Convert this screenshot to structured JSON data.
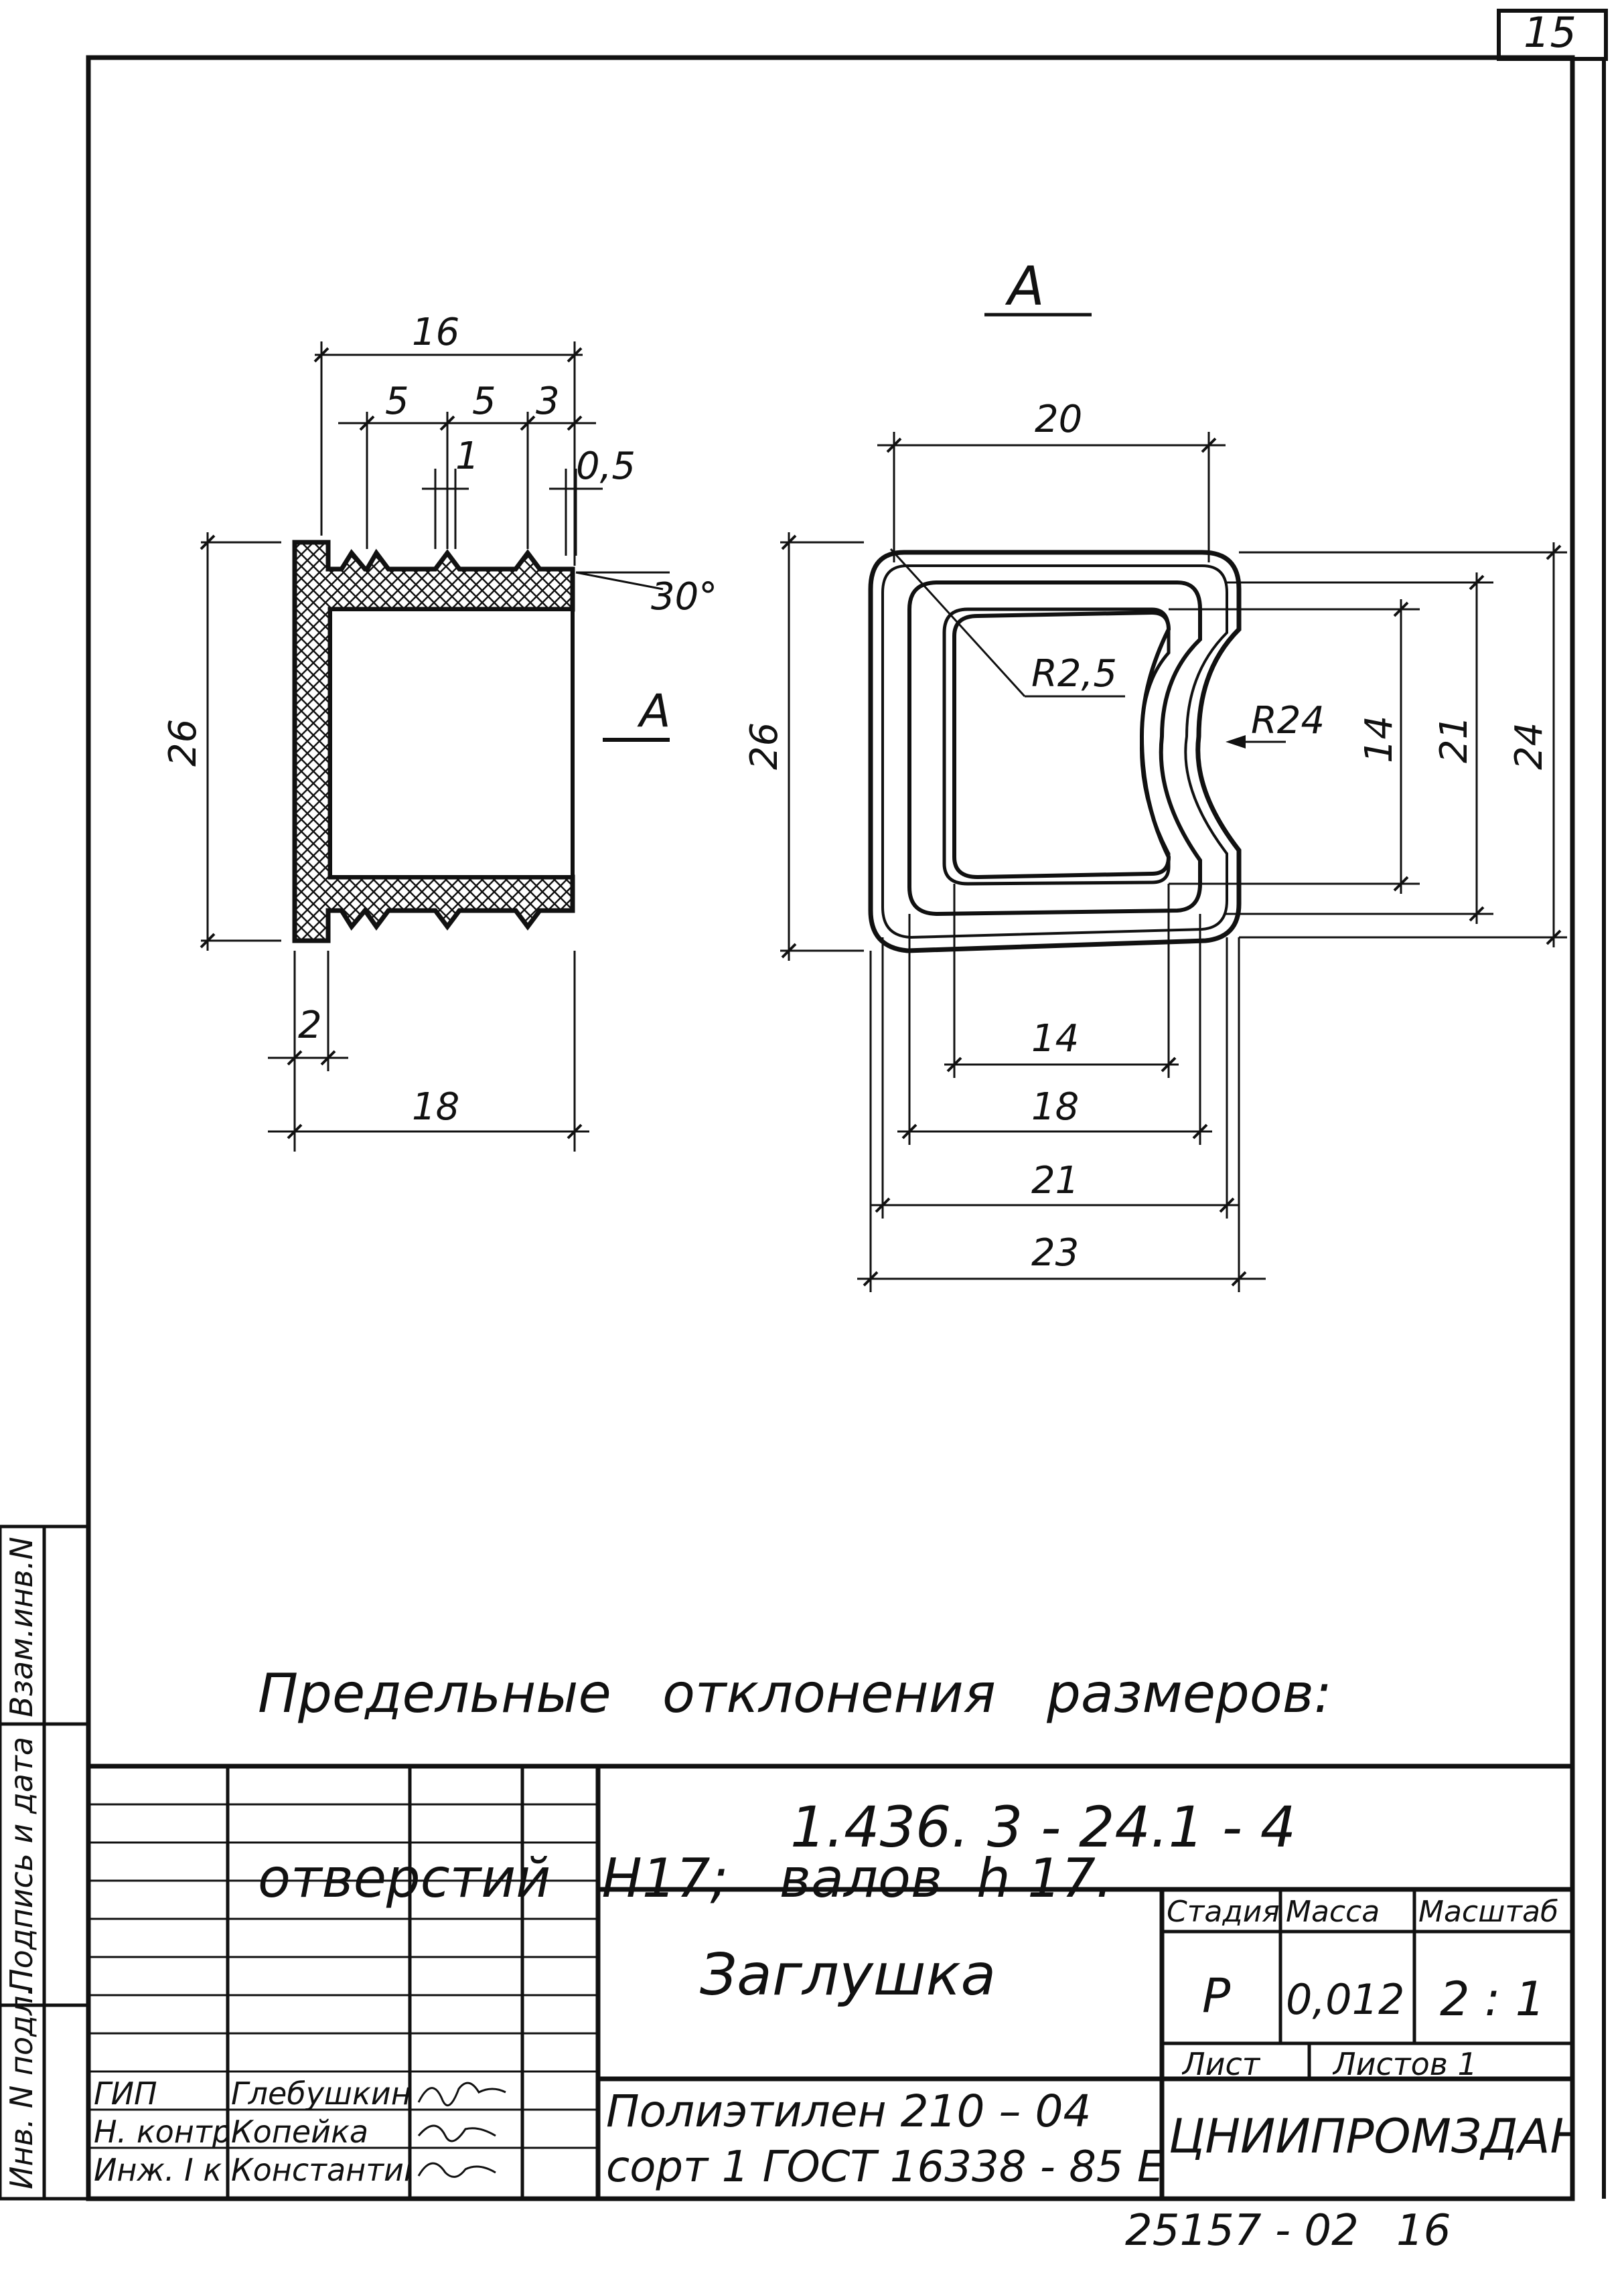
{
  "sheet_number": "15",
  "view_label": "А",
  "section_label": "А",
  "side_view": {
    "dims": {
      "total_length": "16",
      "pitch1": "5",
      "pitch2": "5",
      "pitch3": "3",
      "rib": "1",
      "offset": "0,5",
      "angle": "30°",
      "height": "26",
      "flange": "2",
      "overall": "18"
    }
  },
  "front_view": {
    "dims": {
      "top": "20",
      "radius_small": "R2,5",
      "radius_large": "R24",
      "height_left": "26",
      "inner_height": "14",
      "mid_height": "21",
      "outer_height": "24",
      "w14": "14",
      "w18": "18",
      "w21": "21",
      "w23": "23"
    }
  },
  "notes": {
    "line1": "Предельные   отклонения   размеров:",
    "line2": "отверстий   Н17;   валов  h 17."
  },
  "side_strip": {
    "col1": "Инв. N подл.",
    "col2": "Подпись и дата",
    "col3": "Взам.инв.N"
  },
  "title_block": {
    "designation": "1.436. 3 - 24.1 - 4",
    "name": "Заглушка",
    "stage_header": "Стадия",
    "mass_header": "Масса",
    "scale_header": "Масштаб",
    "stage": "Р",
    "mass": "0,012",
    "scale": "2 : 1",
    "sheet_label": "Лист",
    "sheets_label": "Листов 1",
    "material_line1": "Полиэтилен  210 – 04",
    "material_line2": "сорт 1   ГОСТ 16338 - 85 Е",
    "organization": "ЦНИИПРОМЗДАНИЙ",
    "roles": [
      {
        "role": "ГИП",
        "name": "Глебушкин"
      },
      {
        "role": "Н. контр.",
        "name": "Копейка"
      },
      {
        "role": "Инж. I к",
        "name": "Константинова"
      }
    ]
  },
  "footer": {
    "code": "25157 - 02",
    "page": "16"
  }
}
